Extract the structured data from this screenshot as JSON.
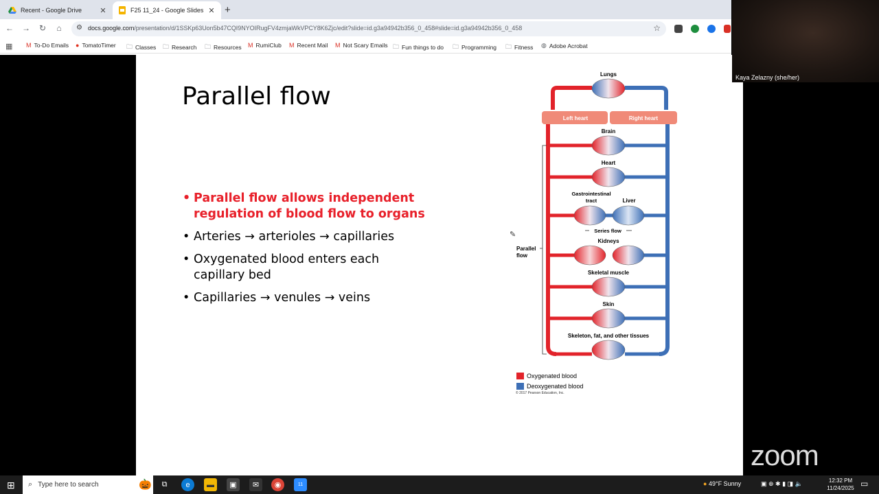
{
  "browser": {
    "tabs": [
      {
        "title": "Recent - Google Drive",
        "close": "✕"
      },
      {
        "title": "F25 11_24 - Google Slides",
        "close": "✕"
      }
    ],
    "new_tab": "+",
    "nav": {
      "back": "←",
      "forward": "→",
      "reload": "↻",
      "home": "⌂"
    },
    "url_host": "docs.google.com",
    "url_path": "/presentation/d/1SSKp63Uon5b47CQI9NYOIRugFV4zmjaWkVPCY8K6Zjc/edit?slide=id.g3a94942b356_0_458#slide=id.g3a94942b356_0_458",
    "bookmarks": [
      {
        "label": "To-Do Emails",
        "icon": "gmail-icon"
      },
      {
        "label": "TomatoTimer",
        "icon": "tomato-icon"
      },
      {
        "label": "Classes",
        "icon": "folder-icon"
      },
      {
        "label": "Research",
        "icon": "folder-icon"
      },
      {
        "label": "Resources",
        "icon": "folder-icon"
      },
      {
        "label": "RumiClub",
        "icon": "gmail-icon"
      },
      {
        "label": "Recent Mail",
        "icon": "gmail-icon"
      },
      {
        "label": "Not Scary Emails",
        "icon": "gmail-icon"
      },
      {
        "label": "Fun things to do",
        "icon": "folder-icon"
      },
      {
        "label": "Programming",
        "icon": "folder-icon"
      },
      {
        "label": "Fitness",
        "icon": "folder-icon"
      },
      {
        "label": "Adobe Acrobat",
        "icon": "globe-icon"
      }
    ]
  },
  "slide": {
    "title": "Parallel flow",
    "bullets": [
      {
        "text": "Parallel flow allows independent regulation of blood flow to organs",
        "highlight": true
      },
      {
        "text": "Arteries → arterioles → capillaries",
        "highlight": false
      },
      {
        "text": "Oxygenated blood enters each capillary bed",
        "highlight": false
      },
      {
        "text": "Capillaries → venules → veins",
        "highlight": false
      }
    ],
    "diagram": {
      "lungs": "Lungs",
      "left_heart": "Left heart",
      "right_heart": "Right heart",
      "brain": "Brain",
      "heart": "Heart",
      "gi_line1": "Gastrointestinal",
      "gi_line2": "tract",
      "liver": "Liver",
      "series_flow": "Series flow",
      "kidneys": "Kidneys",
      "skeletal_muscle": "Skeletal muscle",
      "skin": "Skin",
      "skeleton": "Skeleton, fat, and other tissues",
      "parallel_line1": "Parallel",
      "parallel_line2": "flow",
      "colors": {
        "oxygenated": "#e2232a",
        "deoxygenated": "#3d6fb6",
        "heart_box": "#f08a78"
      }
    },
    "legend": [
      {
        "label": "Oxygenated blood",
        "color": "#e2232a"
      },
      {
        "label": "Deoxygenated blood",
        "color": "#3d6fb6"
      }
    ],
    "copyright": "© 2017 Pearson Education, Inc."
  },
  "zoom": {
    "participant_name": "Kaya Zelazny (she/her)",
    "logo": "zoom"
  },
  "taskbar": {
    "search_placeholder": "Type here to search",
    "weather": "49°F  Sunny",
    "time": "12:32 PM",
    "date": "11/24/2025",
    "zoom_badge": "11"
  }
}
